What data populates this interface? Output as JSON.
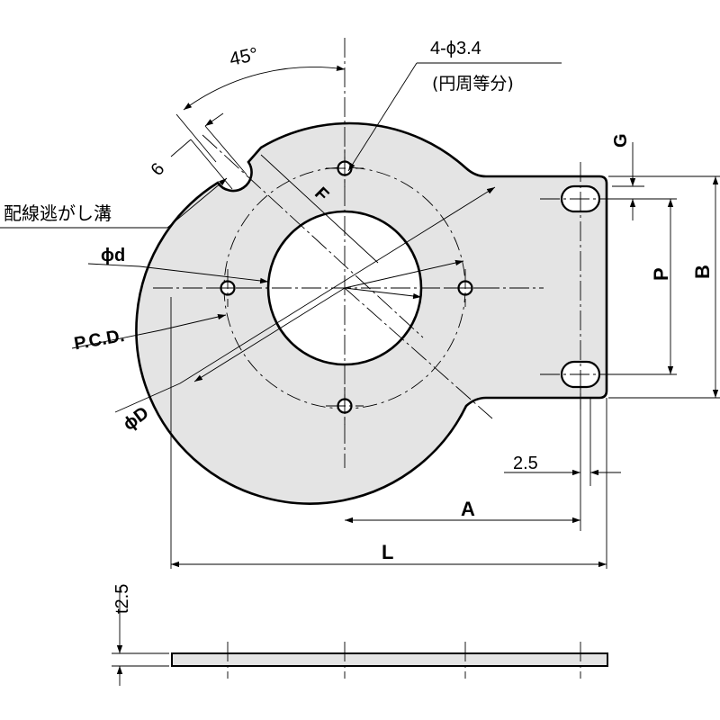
{
  "labels": {
    "angle": "45°",
    "slot_width": "6",
    "holes": "4-ϕ3.4",
    "holes_note": "(円周等分)",
    "groove": "配線逃がし溝",
    "small_dia": "ϕd",
    "pcd": "P.C.D.",
    "large_dia": "ϕD",
    "f": "F",
    "g": "G",
    "p": "P",
    "b": "B",
    "offset": "2.5",
    "a": "A",
    "l": "L",
    "thickness": "t2.5"
  },
  "colors": {
    "part_fill": "#e4e4e4",
    "line": "#000000",
    "background": "#ffffff"
  }
}
